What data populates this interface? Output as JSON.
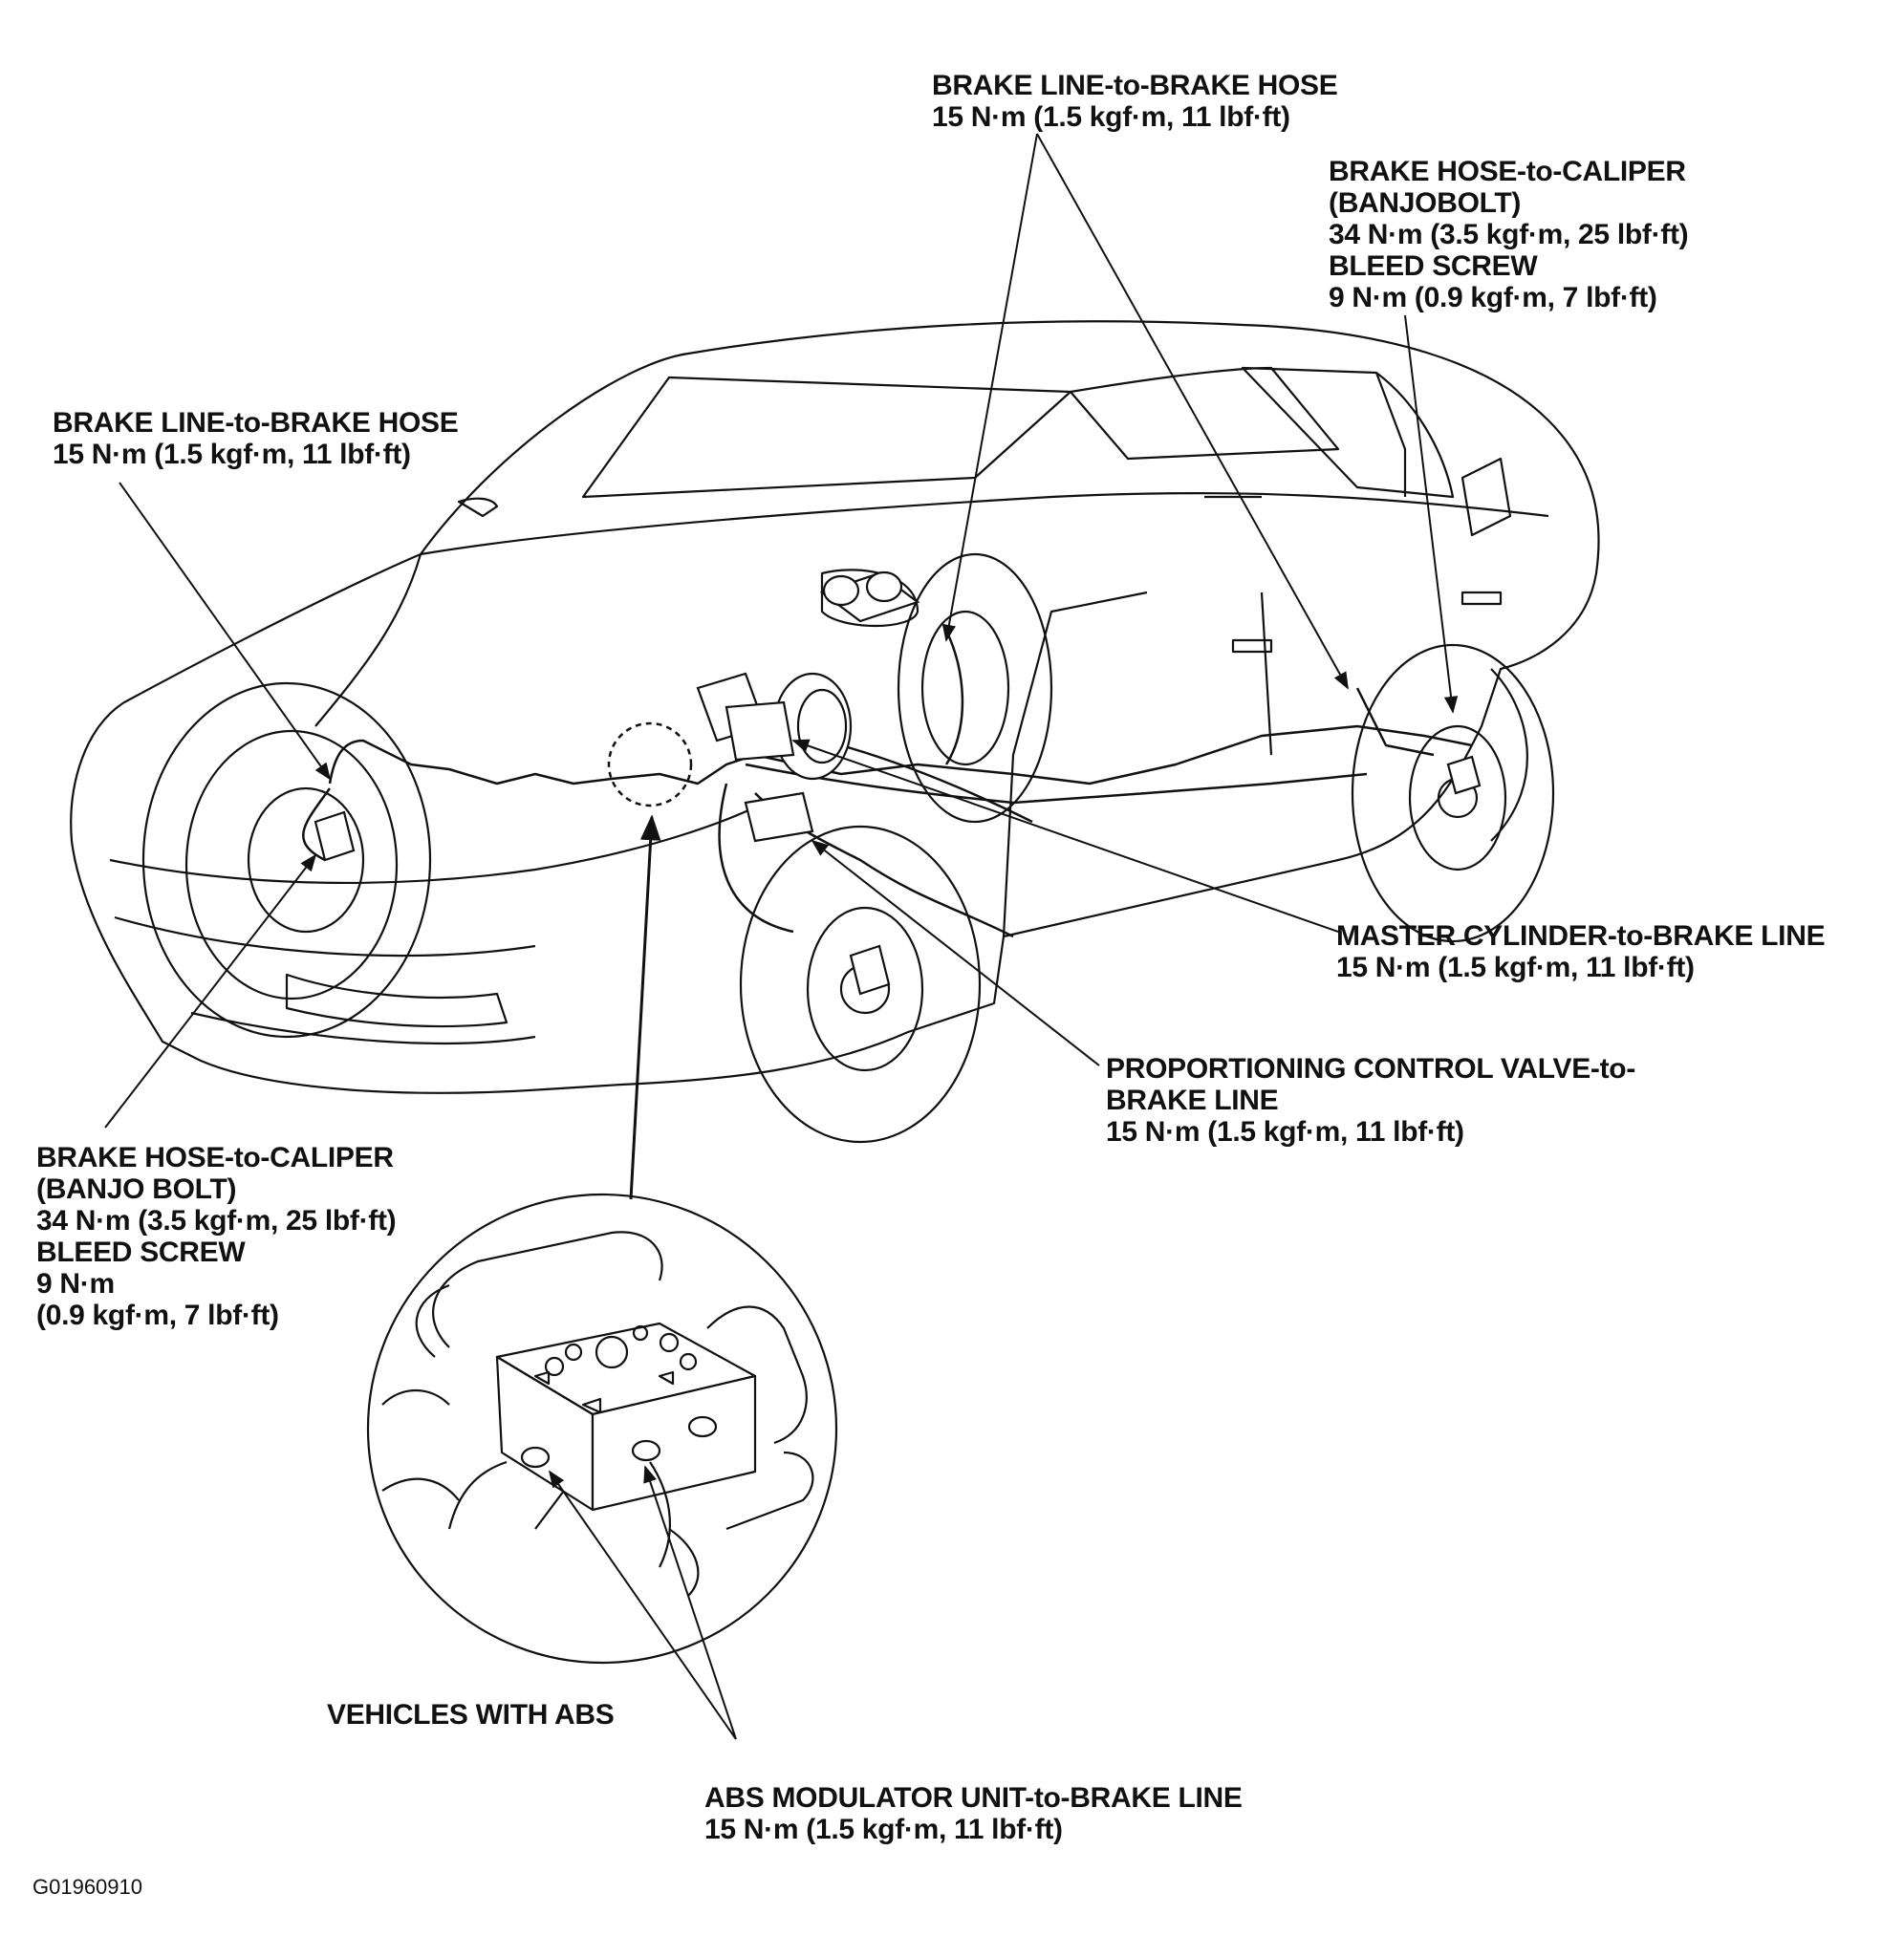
{
  "labels": {
    "front_hose": [
      "BRAKE LINE-to-BRAKE HOSE",
      "15 N·m (1.5 kgf·m, 11 lbf·ft)"
    ],
    "top_hose": [
      "BRAKE LINE-to-BRAKE HOSE",
      "15 N·m (1.5 kgf·m, 11 lbf·ft)"
    ],
    "rear_caliper": [
      "BRAKE HOSE-to-CALIPER",
      "(BANJOBOLT)",
      "34 N·m (3.5 kgf·m, 25 lbf·ft)",
      "BLEED SCREW",
      "9 N·m (0.9 kgf·m, 7 lbf·ft)"
    ],
    "front_caliper": [
      "BRAKE HOSE-to-CALIPER",
      "(BANJO BOLT)",
      "34 N·m (3.5 kgf·m, 25 lbf·ft)",
      "BLEED SCREW",
      "9 N·m",
      "(0.9 kgf·m, 7 lbf·ft)"
    ],
    "master_cylinder": [
      "MASTER CYLINDER-to-BRAKE LINE",
      "15 N·m (1.5 kgf·m, 11 lbf·ft)"
    ],
    "proportioning_valve": [
      "PROPORTIONING CONTROL VALVE-to-",
      "BRAKE LINE",
      "15 N·m (1.5 kgf·m, 11 lbf·ft)"
    ],
    "abs_vehicles": [
      "VEHICLES WITH ABS"
    ],
    "abs_modulator": [
      "ABS MODULATOR UNIT-to-BRAKE LINE",
      "15 N·m (1.5 kgf·m, 11 lbf·ft)"
    ]
  },
  "figure_code": "G01960910",
  "colors": {
    "ink": "#111111",
    "paper": "#ffffff"
  }
}
